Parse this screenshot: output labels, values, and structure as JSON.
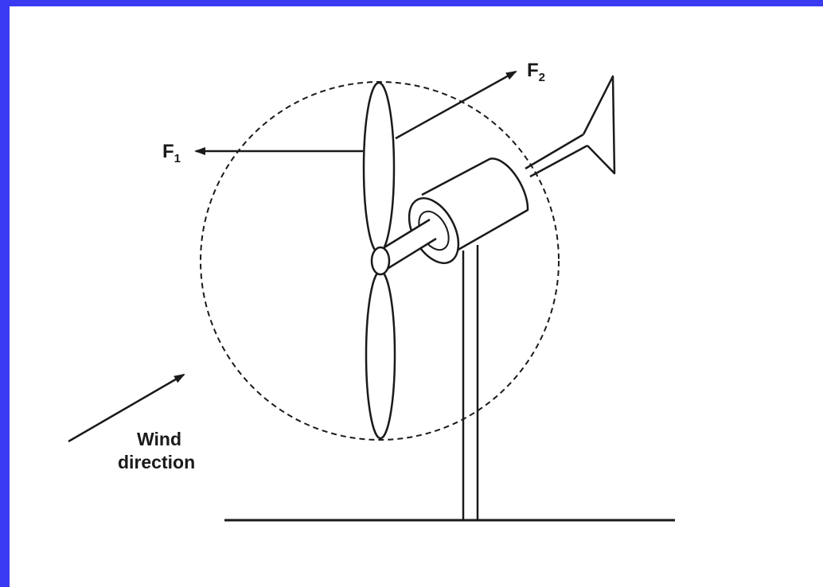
{
  "diagram": {
    "labels": {
      "force_1_letter": "F",
      "force_1_subscript": "1",
      "force_2_letter": "F",
      "force_2_subscript": "2",
      "wind_line_1": "Wind",
      "wind_line_2": "direction"
    },
    "colors": {
      "border": "#3a3af2",
      "background": "#ffffff",
      "ink": "#1a1a1a"
    }
  }
}
